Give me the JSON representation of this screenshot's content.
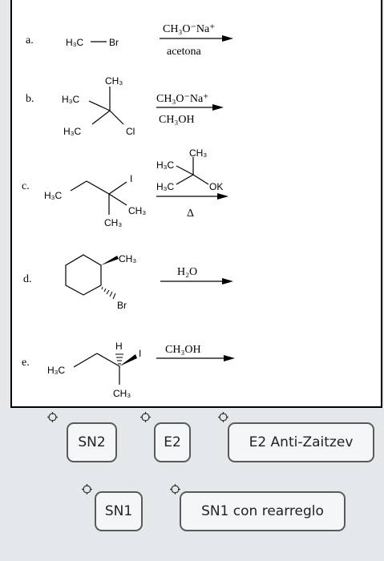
{
  "reactions": [
    {
      "label": "a.",
      "reagent_top": "CH₃O⁻Na⁺",
      "reagent_bottom": "acetona",
      "substrate": {
        "left": "H₃C",
        "right": "Br"
      }
    },
    {
      "label": "b.",
      "reagent_top": "CH₃O⁻Na⁺",
      "reagent_bottom": "CH₃OH",
      "substrate": {
        "ch3_top": "CH₃",
        "h3c_upper": "H₃C",
        "h3c_lower": "H₃C",
        "cl": "Cl"
      }
    },
    {
      "label": "c.",
      "reagent_bottom": "Δ",
      "reagent_structure": {
        "ch3": "CH₃",
        "h3c_upper": "H₃C",
        "h3c_lower": "H₃C",
        "ok": "OK"
      },
      "substrate": {
        "h3c": "H₃C",
        "i": "I",
        "ch3_right": "CH₃",
        "ch3_bottom": "CH₃"
      }
    },
    {
      "label": "d.",
      "reagent_top": "H₂O",
      "substrate": {
        "ch3": "CH₃",
        "br": "Br"
      }
    },
    {
      "label": "e.",
      "reagent_top": "CH₃OH",
      "substrate": {
        "h3c": "H₃C",
        "h": "H",
        "i": "I",
        "ch3_bottom": "CH₃"
      }
    }
  ],
  "answer_chips": [
    {
      "label": "SN2"
    },
    {
      "label": "E2"
    },
    {
      "label": "E2 Anti-Zaitzev"
    },
    {
      "label": "SN1"
    },
    {
      "label": "SN1 con rearreglo"
    }
  ],
  "icons": {
    "drag_handle": "crosshair-drag-handle-icon"
  }
}
